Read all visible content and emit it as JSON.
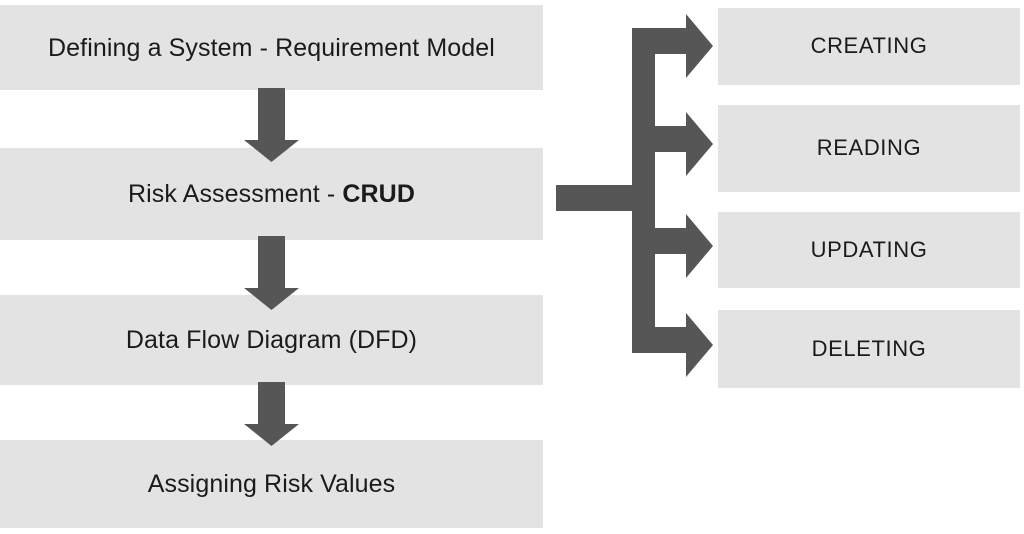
{
  "diagram": {
    "title": "Risk Assessment CRUD Flow Diagram",
    "colors": {
      "box_fill": "#e3e3e3",
      "text": "#1b1b1b",
      "arrow": "#565656",
      "background": "#ffffff"
    },
    "flow_steps": [
      {
        "label": "Defining a System - Requirement Model",
        "emphasis": ""
      },
      {
        "label_prefix": "Risk Assessment - ",
        "emphasis": "CRUD",
        "label": "Risk Assessment - CRUD"
      },
      {
        "label": "Data Flow Diagram (DFD)",
        "emphasis": ""
      },
      {
        "label": "Assigning Risk Values",
        "emphasis": ""
      }
    ],
    "crud_operations": [
      {
        "label": "CREATING"
      },
      {
        "label": "READING"
      },
      {
        "label": "UPDATING"
      },
      {
        "label": "DELETING"
      }
    ],
    "connectors": {
      "down_arrow_count": 3,
      "branch_arrow_count": 4,
      "branch_source_step": "Risk Assessment - CRUD"
    }
  }
}
